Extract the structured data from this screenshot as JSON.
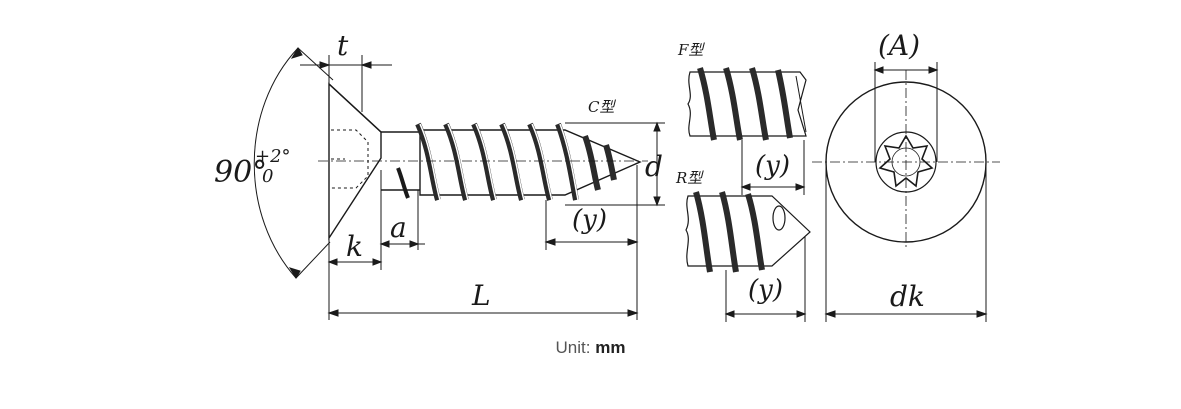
{
  "drawing": {
    "angle_label": "90°",
    "angle_tol_upper": "+2°",
    "angle_tol_lower": "0",
    "t_label": "t",
    "k_label": "k",
    "a_label": "a",
    "L_label": "L",
    "d_label": "d",
    "y_label": "(y)",
    "c_type_label": "C型",
    "f_type_label": "F型",
    "r_type_label": "R型",
    "A_label": "(A)",
    "dk_label": "dk"
  },
  "footer": {
    "unit_label": "Unit:",
    "unit_value": "mm"
  }
}
